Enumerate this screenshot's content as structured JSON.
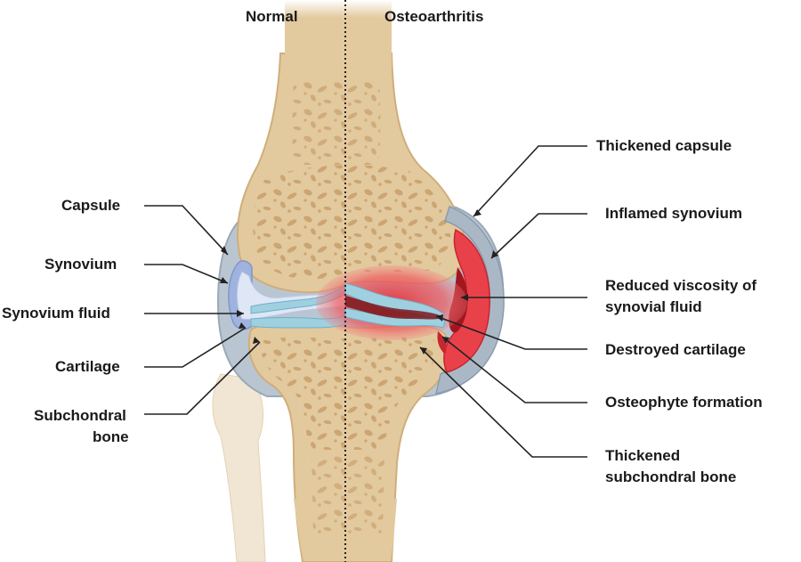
{
  "headers": {
    "normal": "Normal",
    "oa": "Osteoarthritis"
  },
  "left_labels": {
    "capsule": "Capsule",
    "synovium": "Synovium",
    "synovium_fluid": "Synovium fluid",
    "cartilage": "Cartilage",
    "subchondral_line1": "Subchondral",
    "subchondral_line2": "bone"
  },
  "right_labels": {
    "thickened_capsule": "Thickened capsule",
    "inflamed_synovium": "Inflamed synovium",
    "reduced_viscosity_line1": "Reduced viscosity of",
    "reduced_viscosity_line2": "synovial fluid",
    "destroyed_cartilage": "Destroyed cartilage",
    "osteophyte": "Osteophyte formation",
    "thickened_sub_line1": "Thickened",
    "thickened_sub_line2": "subchondral bone"
  },
  "colors": {
    "bone": "#e3c99e",
    "bone_edge": "#cfae7a",
    "trabecular": "#c79f6a",
    "capsule": "#b9c6d2",
    "synovium": "#9fb3de",
    "fluid": "#dfe6f5",
    "cartilage": "#9ed0e0",
    "inflamed": "#e5333b",
    "inflamed_light": "#f4a3a3",
    "divider": "#222222"
  }
}
